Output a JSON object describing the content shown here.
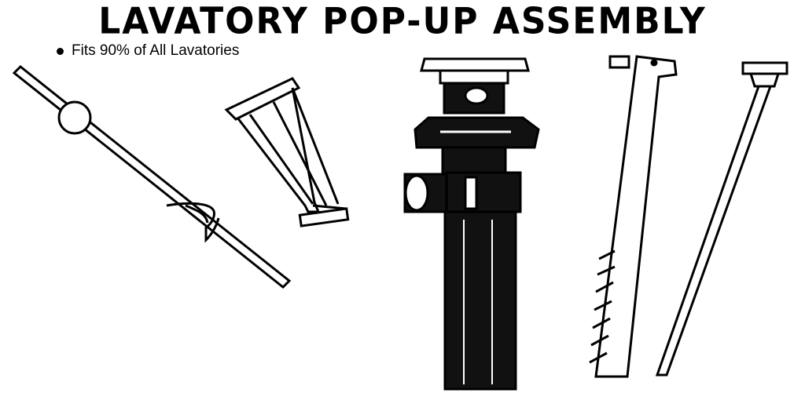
{
  "header": {
    "title": "LAVATORY POP-UP ASSEMBLY",
    "feature_bullet": "Fits 90% of All Lavatories"
  },
  "parts": [
    {
      "id": "lift-rod-pivot",
      "icon": "pivot-rod-with-ball-icon"
    },
    {
      "id": "stopper-flange",
      "icon": "strainer-stopper-icon"
    },
    {
      "id": "drain-body",
      "icon": "pop-up-drain-body-icon"
    },
    {
      "id": "clevis-strap",
      "icon": "clevis-strap-icon"
    },
    {
      "id": "lift-rod",
      "icon": "lift-rod-knob-icon"
    }
  ],
  "colors": {
    "ink": "#000000",
    "paper": "#ffffff"
  }
}
